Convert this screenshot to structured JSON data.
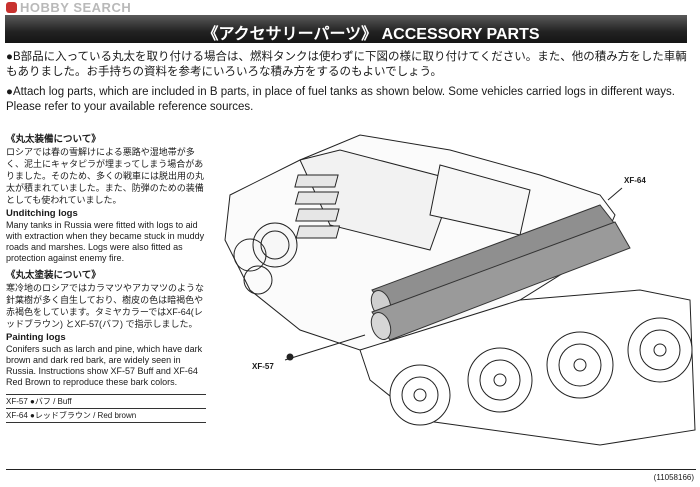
{
  "watermark": "HOBBY SEARCH",
  "header": {
    "title": "《アクセサリーパーツ》 ACCESSORY PARTS"
  },
  "intro": {
    "ja": "●B部品に入っている丸太を取り付ける場合は、燃料タンクは使わずに下図の様に取り付けてください。また、他の積み方をした車輌もありました。お手持ちの資料を参考にいろいろな積み方をするのもよいでしょう。",
    "en": "●Attach log parts, which are included in B parts, in place of fuel tanks as shown below. Some vehicles carried logs in different ways. Please refer to your available reference sources."
  },
  "unditching": {
    "ja_title": "《丸太装備について》",
    "ja": "ロシアでは春の雪解けによる悪路や湿地帯が多く、泥土にキャタピラが埋まってしまう場合がありました。そのため、多くの戦車には脱出用の丸太が積まれていました。また、防弾のための装備としても使われていました。",
    "en_title": "Unditching logs",
    "en": "Many tanks in Russia were fitted with logs to aid with extraction when they became stuck in muddy roads and marshes. Logs were also fitted as protection against enemy fire."
  },
  "painting": {
    "ja_title": "《丸太塗装について》",
    "ja": "寒冷地のロシアではカラマツやアカマツのような針葉樹が多く自生しており、樹皮の色は暗褐色や赤褐色をしています。タミヤカラーではXF-64(レッドブラウン) とXF-57(バフ) で指示しました。",
    "en_title": "Painting logs",
    "en": "Conifers such as larch and pine, which have dark brown and dark red bark, are widely seen in Russia. Instructions show XF-57 Buff and XF-64 Red Brown to reproduce these bark colors."
  },
  "colors": [
    {
      "code": "XF-57",
      "name": "バフ / Buff"
    },
    {
      "code": "XF-64",
      "name": "レッドブラウン / Red brown"
    }
  ],
  "callouts": {
    "top": "XF-64",
    "bottom": "XF-57"
  },
  "doc_code": "(11058166)"
}
